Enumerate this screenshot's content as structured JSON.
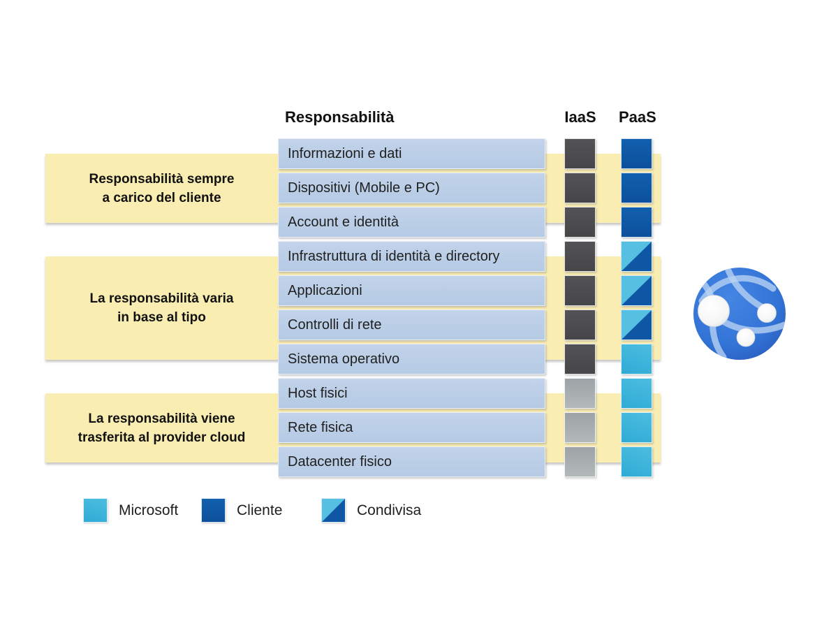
{
  "header": {
    "responsibility": "Responsabilità",
    "iaas": "IaaS",
    "paas": "PaaS"
  },
  "groups": [
    {
      "lines": [
        "Responsabilità sempre",
        "a carico del cliente"
      ]
    },
    {
      "lines": [
        "La responsabilità varia",
        "in base al tipo"
      ]
    },
    {
      "lines": [
        "La responsabilità viene",
        "trasferita al provider cloud"
      ]
    }
  ],
  "rows": [
    {
      "label": "Informazioni e dati",
      "iaas_swatch": "dark-gray",
      "paas_swatch": "customer-blue"
    },
    {
      "label": "Dispositivi (Mobile e PC)",
      "iaas_swatch": "dark-gray",
      "paas_swatch": "customer-blue"
    },
    {
      "label": "Account e identità",
      "iaas_swatch": "dark-gray",
      "paas_swatch": "customer-blue"
    },
    {
      "label": "Infrastruttura di identità e directory",
      "iaas_swatch": "dark-gray",
      "paas_swatch": "shared"
    },
    {
      "label": "Applicazioni",
      "iaas_swatch": "dark-gray",
      "paas_swatch": "shared"
    },
    {
      "label": "Controlli di rete",
      "iaas_swatch": "dark-gray",
      "paas_swatch": "shared"
    },
    {
      "label": "Sistema operativo",
      "iaas_swatch": "dark-gray",
      "paas_swatch": "microsoft-cyan"
    },
    {
      "label": "Host fisici",
      "iaas_swatch": "light-gray",
      "paas_swatch": "microsoft-cyan"
    },
    {
      "label": "Rete fisica",
      "iaas_swatch": "light-gray",
      "paas_swatch": "microsoft-cyan"
    },
    {
      "label": "Datacenter fisico",
      "iaas_swatch": "light-gray",
      "paas_swatch": "microsoft-cyan"
    }
  ],
  "legend": {
    "items": [
      {
        "label": "Microsoft",
        "swatch": "microsoft-cyan"
      },
      {
        "label": "Cliente",
        "swatch": "customer-blue"
      },
      {
        "label": "Condivisa",
        "swatch": "shared"
      }
    ]
  },
  "icons": {
    "globe": "app-service-globe-icon"
  },
  "colors": {
    "band_yellow": "#f9edb2",
    "row_blue": "#b9cce6",
    "microsoft_cyan": "#3cb6dc",
    "customer_blue": "#0f57a4",
    "iaas_dark_gray": "#4c4c4e",
    "iaas_light_gray": "#a8adaf",
    "globe_blue": "#2f6fd0"
  }
}
